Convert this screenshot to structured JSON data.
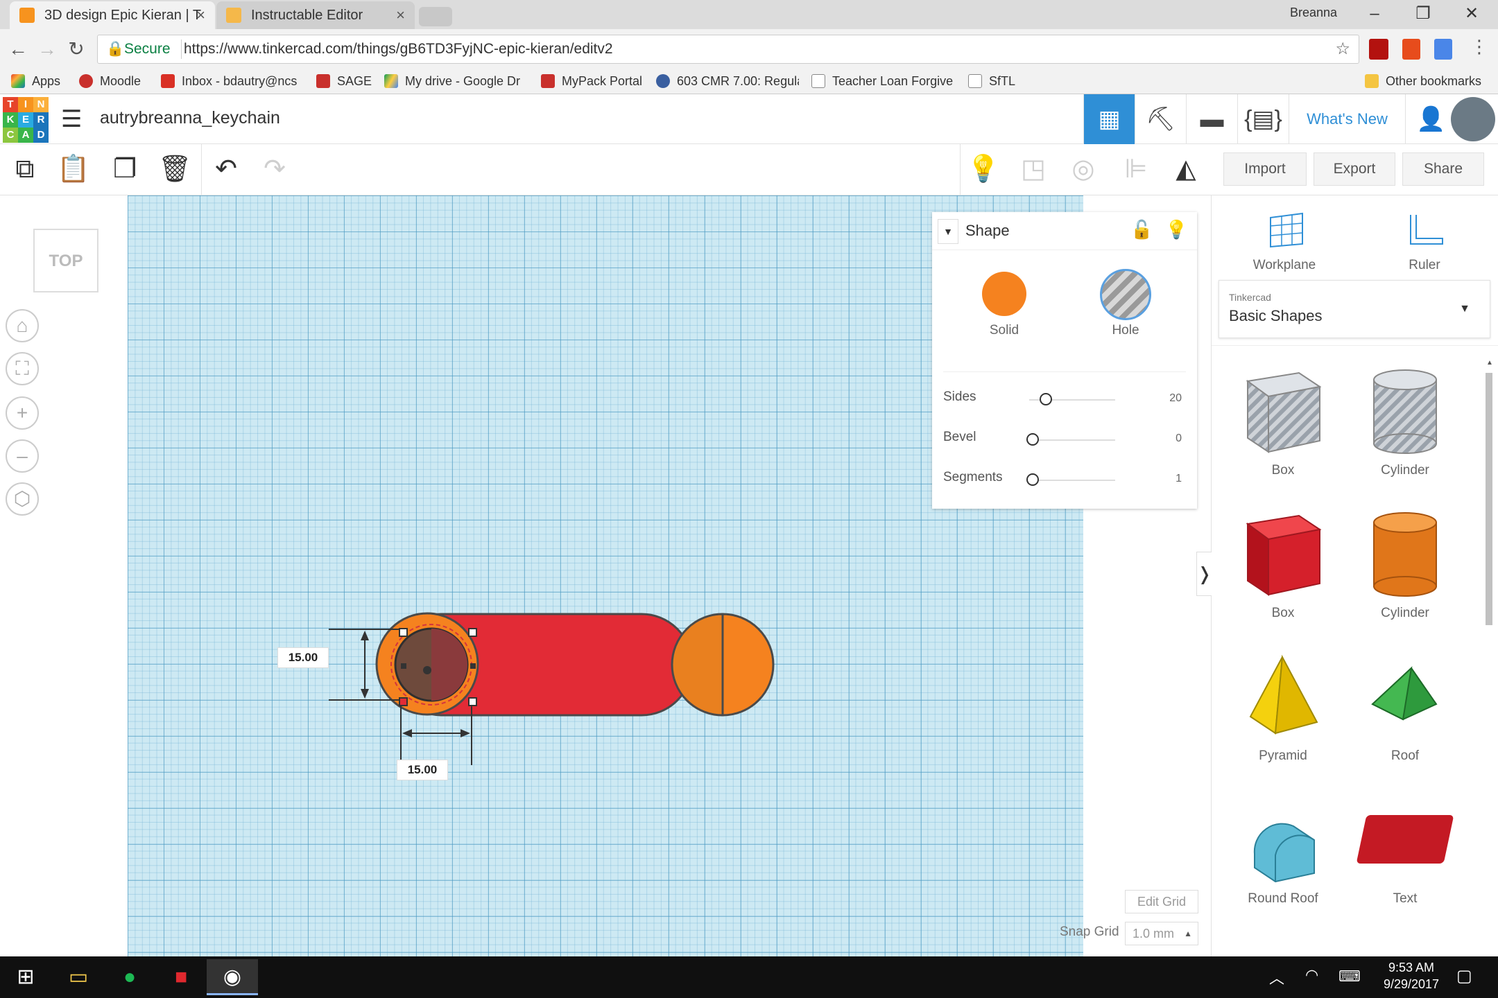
{
  "browser": {
    "tabs": [
      {
        "title": "3D design Epic Kieran | T",
        "active": true
      },
      {
        "title": "Instructable Editor",
        "active": false
      }
    ],
    "user": "Breanna",
    "secure_label": "Secure",
    "url": "https://www.tinkercad.com/things/gB6TD3FyjNC-epic-kieran/editv2",
    "bookmarks": [
      "Apps",
      "Moodle",
      "Inbox - bdautry@ncs",
      "SAGE",
      "My drive - Google Dr",
      "MyPack Portal",
      "603 CMR 7.00: Regula",
      "Teacher Loan Forgive",
      "SfTL"
    ],
    "other_bookmarks": "Other bookmarks"
  },
  "app": {
    "logo_letters": [
      "T",
      "I",
      "N",
      "K",
      "E",
      "R",
      "C",
      "A",
      "D"
    ],
    "logo_colors": [
      "#e7442b",
      "#f7931e",
      "#fbb03b",
      "#39b54a",
      "#29abe2",
      "#1b75bb",
      "#8cc63f",
      "#39b54a",
      "#1b75bb"
    ],
    "design_name": "autrybreanna_keychain",
    "whats_new": "What's New",
    "actions": {
      "import": "Import",
      "export": "Export",
      "share": "Share"
    }
  },
  "view": {
    "viewcube_label": "TOP"
  },
  "inspector": {
    "title": "Shape",
    "solid_label": "Solid",
    "hole_label": "Hole",
    "sliders": [
      {
        "label": "Sides",
        "value": "20",
        "fraction": 0.15
      },
      {
        "label": "Bevel",
        "value": "0",
        "fraction": 0.0
      },
      {
        "label": "Segments",
        "value": "1",
        "fraction": 0.0
      }
    ]
  },
  "workplane": {
    "dim_height": "15.00",
    "dim_width": "15.00",
    "edit_grid": "Edit Grid",
    "snap_grid_label": "Snap Grid",
    "snap_grid_value": "1.0 mm"
  },
  "shapes_panel": {
    "workplane_label": "Workplane",
    "ruler_label": "Ruler",
    "library_group": "Tinkercad",
    "library_name": "Basic Shapes",
    "shapes": [
      "Box",
      "Cylinder",
      "Box",
      "Cylinder",
      "Pyramid",
      "Roof",
      "Round Roof",
      "Text"
    ]
  },
  "taskbar": {
    "time": "9:53 AM",
    "date": "9/29/2017"
  },
  "colors": {
    "accent": "#2f8fd6",
    "solid_orange": "#f5821f",
    "shape_red": "#e22b36"
  }
}
